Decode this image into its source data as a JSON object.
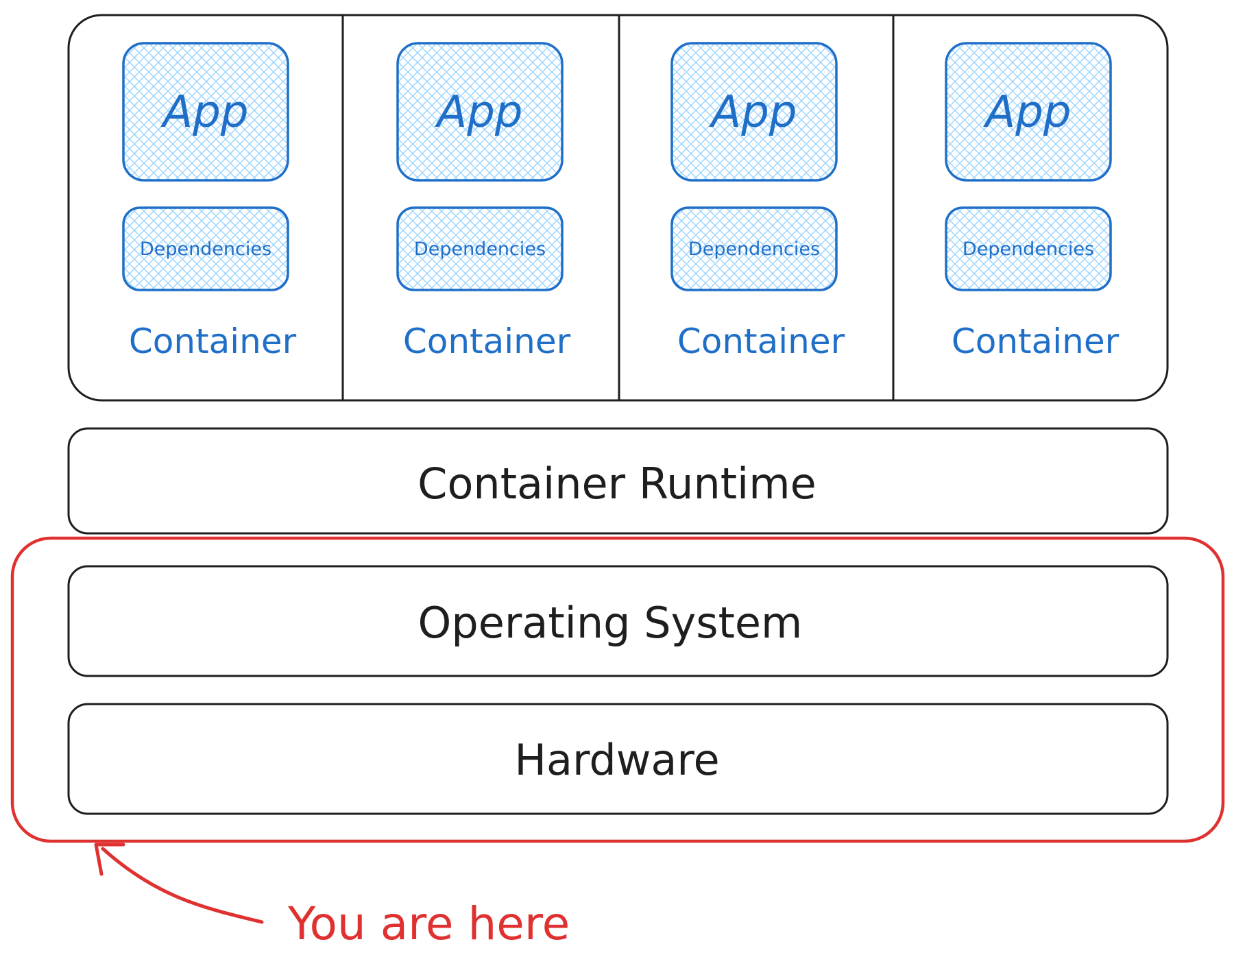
{
  "colors": {
    "stroke": "#1e1e1e",
    "blue": "#1f6fc8",
    "blue_fill": "#a5d8ff",
    "red": "#e03131",
    "background": "#ffffff"
  },
  "containers": [
    {
      "app_label": "App",
      "dependencies_label": "Dependencies",
      "container_label": "Container"
    },
    {
      "app_label": "App",
      "dependencies_label": "Dependencies",
      "container_label": "Container"
    },
    {
      "app_label": "App",
      "dependencies_label": "Dependencies",
      "container_label": "Container"
    },
    {
      "app_label": "App",
      "dependencies_label": "Dependencies",
      "container_label": "Container"
    }
  ],
  "layers": {
    "runtime": "Container Runtime",
    "os": "Operating System",
    "hardware": "Hardware"
  },
  "annotation": {
    "text": "You are here",
    "icon": "curved-arrow-icon"
  }
}
